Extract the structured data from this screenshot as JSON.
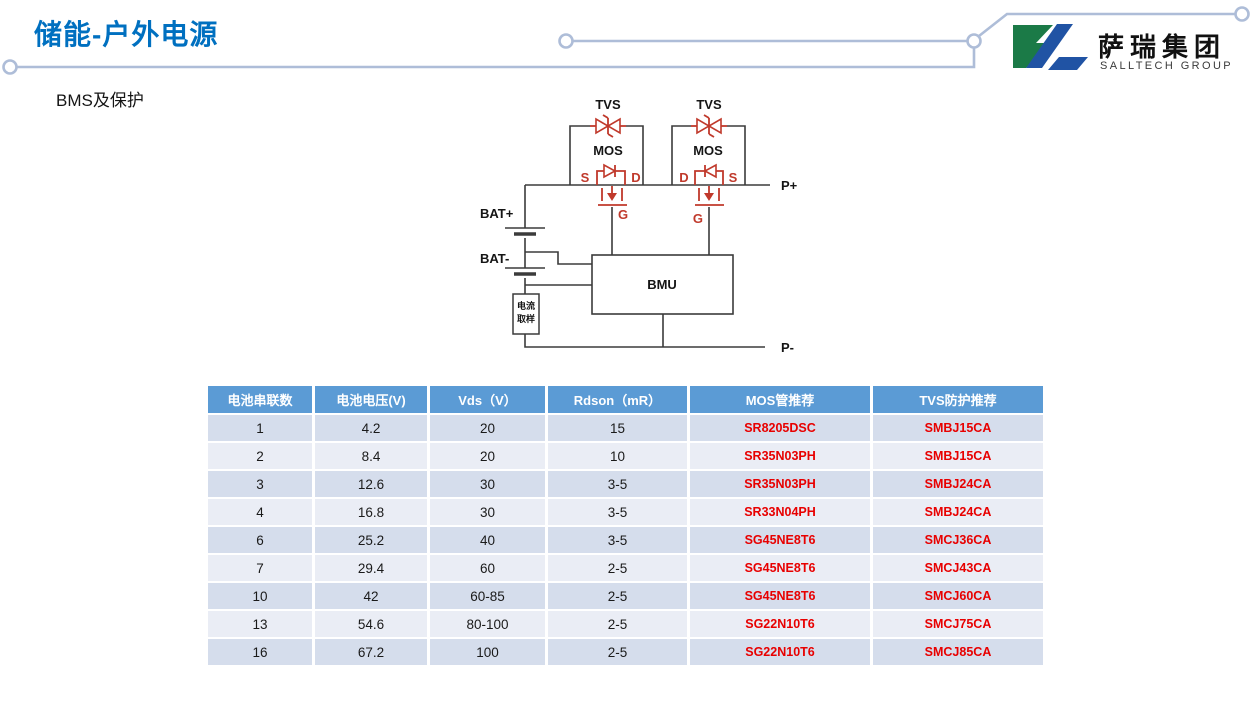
{
  "slide": {
    "title": "储能-户外电源",
    "subtitle": "BMS及保护"
  },
  "logo": {
    "company_cn": "萨瑞集团",
    "company_en": "SALLTECH GROUP",
    "green": "#1B7A47",
    "blue": "#2053A4"
  },
  "colors": {
    "title_blue": "#0070C0",
    "table_header_bg": "#5B9BD5",
    "row_dark": "#D5DDEC",
    "row_light": "#EAEDF5",
    "schematic_red": "#C0392B",
    "table_red": "#E80000",
    "wire": "#3B3B3B",
    "connector_line": "#AEBDD8"
  },
  "diagram": {
    "tvs_label": "TVS",
    "mos_label": "MOS",
    "bmu_label": "BMU",
    "bat_plus": "BAT+",
    "bat_minus": "BAT-",
    "p_plus": "P+",
    "p_minus": "P-",
    "s_label": "S",
    "d_label": "D",
    "g_label": "G",
    "sampling_line1": "电流",
    "sampling_line2": "取样"
  },
  "table": {
    "headers": [
      "电池串联数",
      "电池电压(V)",
      "Vds（V）",
      "Rdson（mR）",
      "MOS管推荐",
      "TVS防护推荐"
    ],
    "rows": [
      [
        "1",
        "4.2",
        "20",
        "15",
        "SR8205DSC",
        "SMBJ15CA"
      ],
      [
        "2",
        "8.4",
        "20",
        "10",
        "SR35N03PH",
        "SMBJ15CA"
      ],
      [
        "3",
        "12.6",
        "30",
        "3-5",
        "SR35N03PH",
        "SMBJ24CA"
      ],
      [
        "4",
        "16.8",
        "30",
        "3-5",
        "SR33N04PH",
        "SMBJ24CA"
      ],
      [
        "6",
        "25.2",
        "40",
        "3-5",
        "SG45NE8T6",
        "SMCJ36CA"
      ],
      [
        "7",
        "29.4",
        "60",
        "2-5",
        "SG45NE8T6",
        "SMCJ43CA"
      ],
      [
        "10",
        "42",
        "60-85",
        "2-5",
        "SG45NE8T6",
        "SMCJ60CA"
      ],
      [
        "13",
        "54.6",
        "80-100",
        "2-5",
        "SG22N10T6",
        "SMCJ75CA"
      ],
      [
        "16",
        "67.2",
        "100",
        "2-5",
        "SG22N10T6",
        "SMCJ85CA"
      ]
    ]
  }
}
